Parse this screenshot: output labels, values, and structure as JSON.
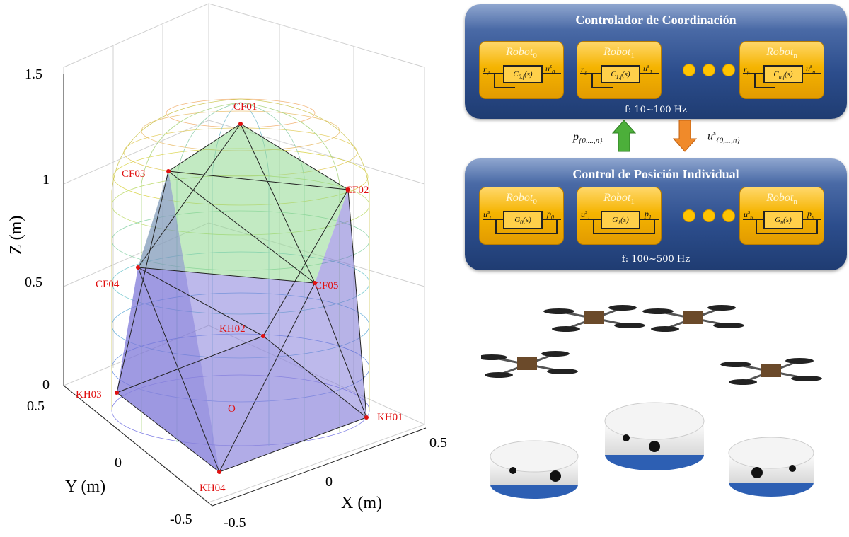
{
  "plot": {
    "z_axis_label": "Z (m)",
    "y_axis_label": "Y (m)",
    "x_axis_label": "X (m)",
    "z_ticks": [
      "1.5",
      "1",
      "0.5",
      "0"
    ],
    "y_ticks": [
      "0.5",
      "0",
      "-0.5"
    ],
    "x_ticks": [
      "-0.5",
      "0",
      "0.5"
    ],
    "nodes": [
      {
        "id": "CF01",
        "label": "CF01"
      },
      {
        "id": "CF02",
        "label": "CF02"
      },
      {
        "id": "CF03",
        "label": "CF03"
      },
      {
        "id": "CF04",
        "label": "CF04"
      },
      {
        "id": "CF05",
        "label": "CF05"
      },
      {
        "id": "KH01",
        "label": "KH01"
      },
      {
        "id": "KH02",
        "label": "KH02"
      },
      {
        "id": "KH03",
        "label": "KH03"
      },
      {
        "id": "KH04",
        "label": "KH04"
      },
      {
        "id": "O",
        "label": "O"
      }
    ],
    "colors": {
      "nodes": "#e01010",
      "upper_face": "#8fd98f",
      "lower_faces": "#7b74d8"
    }
  },
  "coordination": {
    "title": "Controlador de Coordinación",
    "frequency": "f: 10~100 Hz",
    "robot_name": "Robot",
    "robots": [
      {
        "idx": "0",
        "input": "r",
        "block": "C",
        "block_sub": "0,f",
        "output": "u",
        "out_sub": "0"
      },
      {
        "idx": "1",
        "input": "r",
        "block": "C",
        "block_sub": "1,f",
        "output": "u",
        "out_sub": "1"
      },
      {
        "idx": "n",
        "input": "r",
        "block": "C",
        "block_sub": "n,f",
        "output": "u",
        "out_sub": "n"
      }
    ]
  },
  "position": {
    "title": "Control de Posición Individual",
    "frequency": "f: 100~500 Hz",
    "robot_name": "Robot",
    "robots": [
      {
        "idx": "0",
        "input": "u",
        "block": "G",
        "block_sub": "0",
        "output": "p"
      },
      {
        "idx": "1",
        "input": "u",
        "block": "G",
        "block_sub": "1",
        "output": "p"
      },
      {
        "idx": "n",
        "input": "u",
        "block": "G",
        "block_sub": "n",
        "output": "p"
      }
    ]
  },
  "arrows": {
    "up_label": "p",
    "up_sub": "{0,...,n}",
    "down_label": "u",
    "down_sup": "s",
    "down_sub": "{0,...,n}",
    "up_color": "#4caf3a",
    "down_color": "#f08a2a"
  }
}
